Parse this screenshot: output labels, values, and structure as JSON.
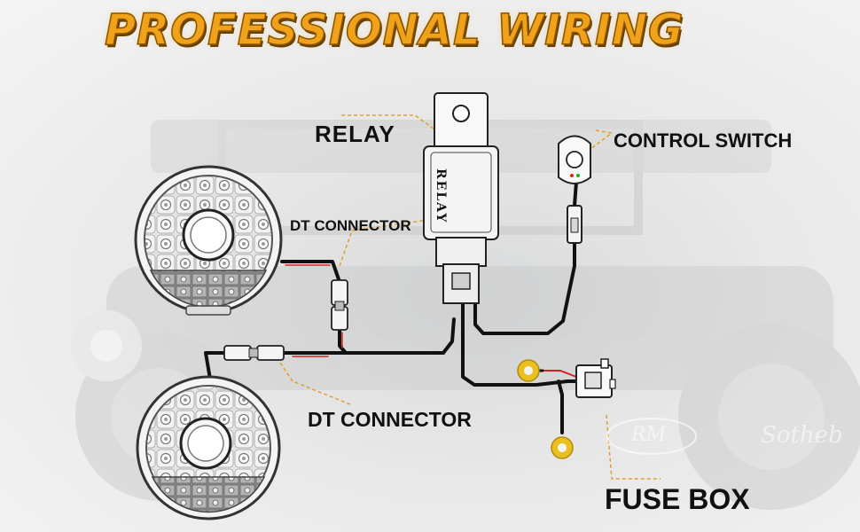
{
  "title": "PROFESSIONAL WIRING",
  "labels": {
    "relay": "RELAY",
    "relay_body": "RELAY",
    "control_switch": "CONTROL SWITCH",
    "dt_connector_upper": "DT CONNECTOR",
    "dt_connector_lower": "DT CONNECTOR",
    "fuse_box": "FUSE BOX"
  },
  "watermark": {
    "logo": "RM",
    "text": "Sotheb"
  },
  "colors": {
    "title_fill": "#f0a21a",
    "leader_line": "#e0a030",
    "wire": "#111111",
    "wire_red": "#d92020",
    "ring_terminal": "#e8c020"
  }
}
